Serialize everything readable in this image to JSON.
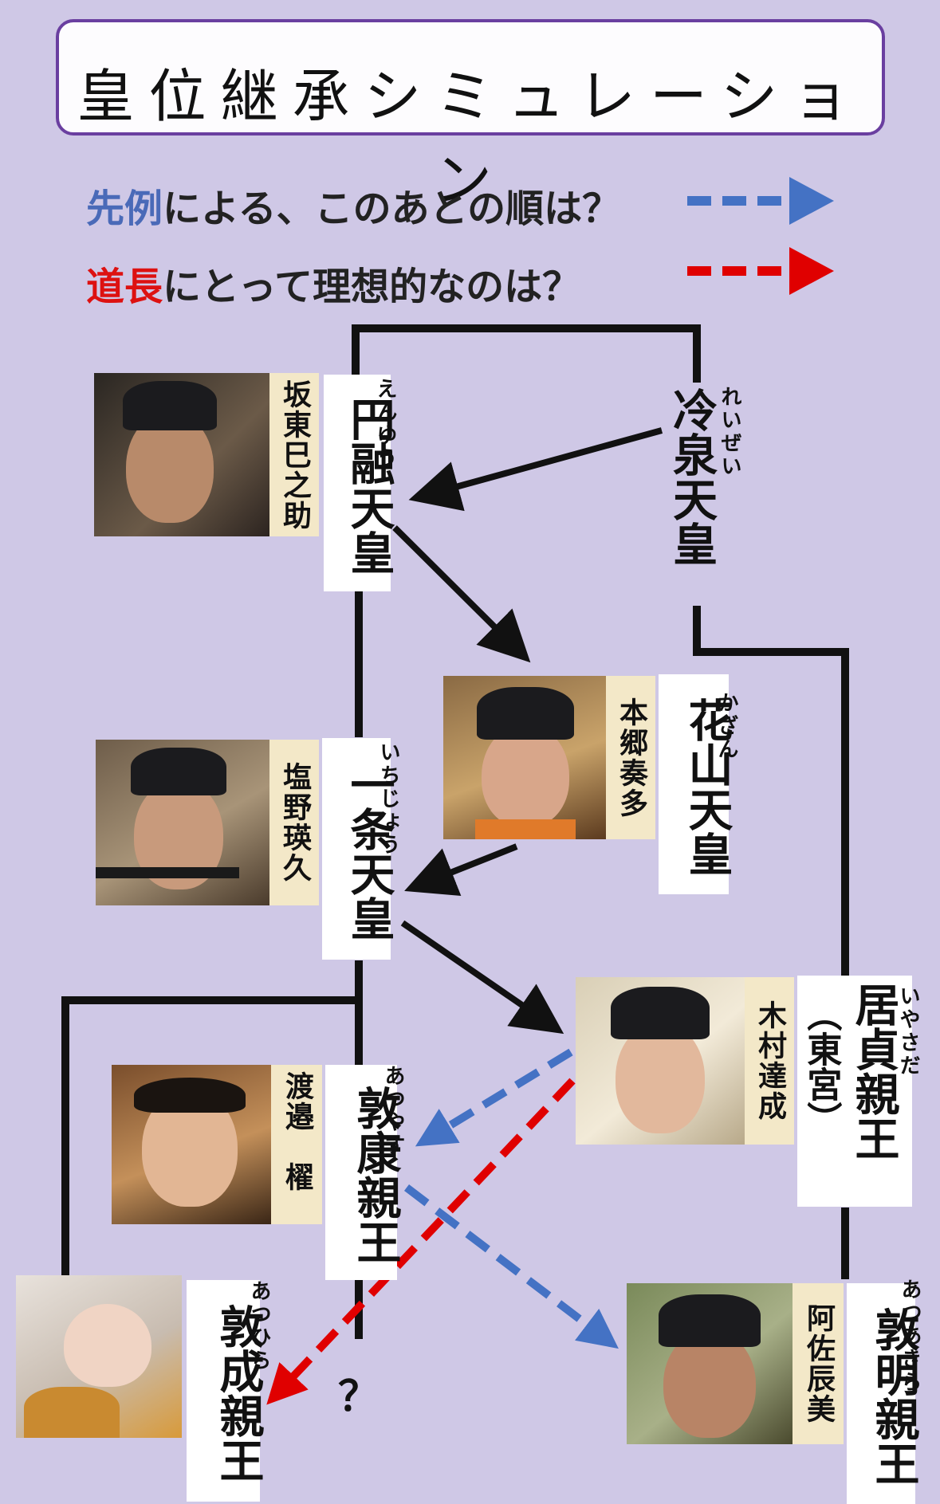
{
  "title": "皇位継承シミュレーション",
  "legend": {
    "blue_highlight": "先例",
    "blue_rest": "による、このあとの順は？",
    "red_highlight": "道長",
    "red_rest": "にとって理想的なのは？"
  },
  "colors": {
    "blue_arrow": "#4472c4",
    "red_arrow": "#e00000",
    "line": "#111111",
    "frame": "#6a3fa0"
  },
  "nodes": {
    "enyu": {
      "name": "円融天皇",
      "ruby": "えんゆう",
      "actor": "坂東巳之助"
    },
    "reizei": {
      "name": "冷泉天皇",
      "ruby": "れいぜい"
    },
    "kazan": {
      "name": "花山天皇",
      "ruby": "かざん",
      "actor": "本郷奏多"
    },
    "ichijo": {
      "name": "一条天皇",
      "ruby": "いちじょう",
      "actor": "塩野瑛久"
    },
    "iyasada": {
      "name": "居貞親王",
      "sub": "（東宮）",
      "ruby": "いやさだ",
      "actor": "木村達成"
    },
    "atsuyasu": {
      "name": "敦康親王",
      "ruby": "あつやす",
      "actor": "渡邉　櫂"
    },
    "atsuhira": {
      "name": "敦成親王",
      "ruby": "あつひら"
    },
    "atsuakira": {
      "name": "敦明親王",
      "ruby": "あつあきら",
      "actor": "阿佐辰美"
    }
  },
  "unknown_mark": "？"
}
